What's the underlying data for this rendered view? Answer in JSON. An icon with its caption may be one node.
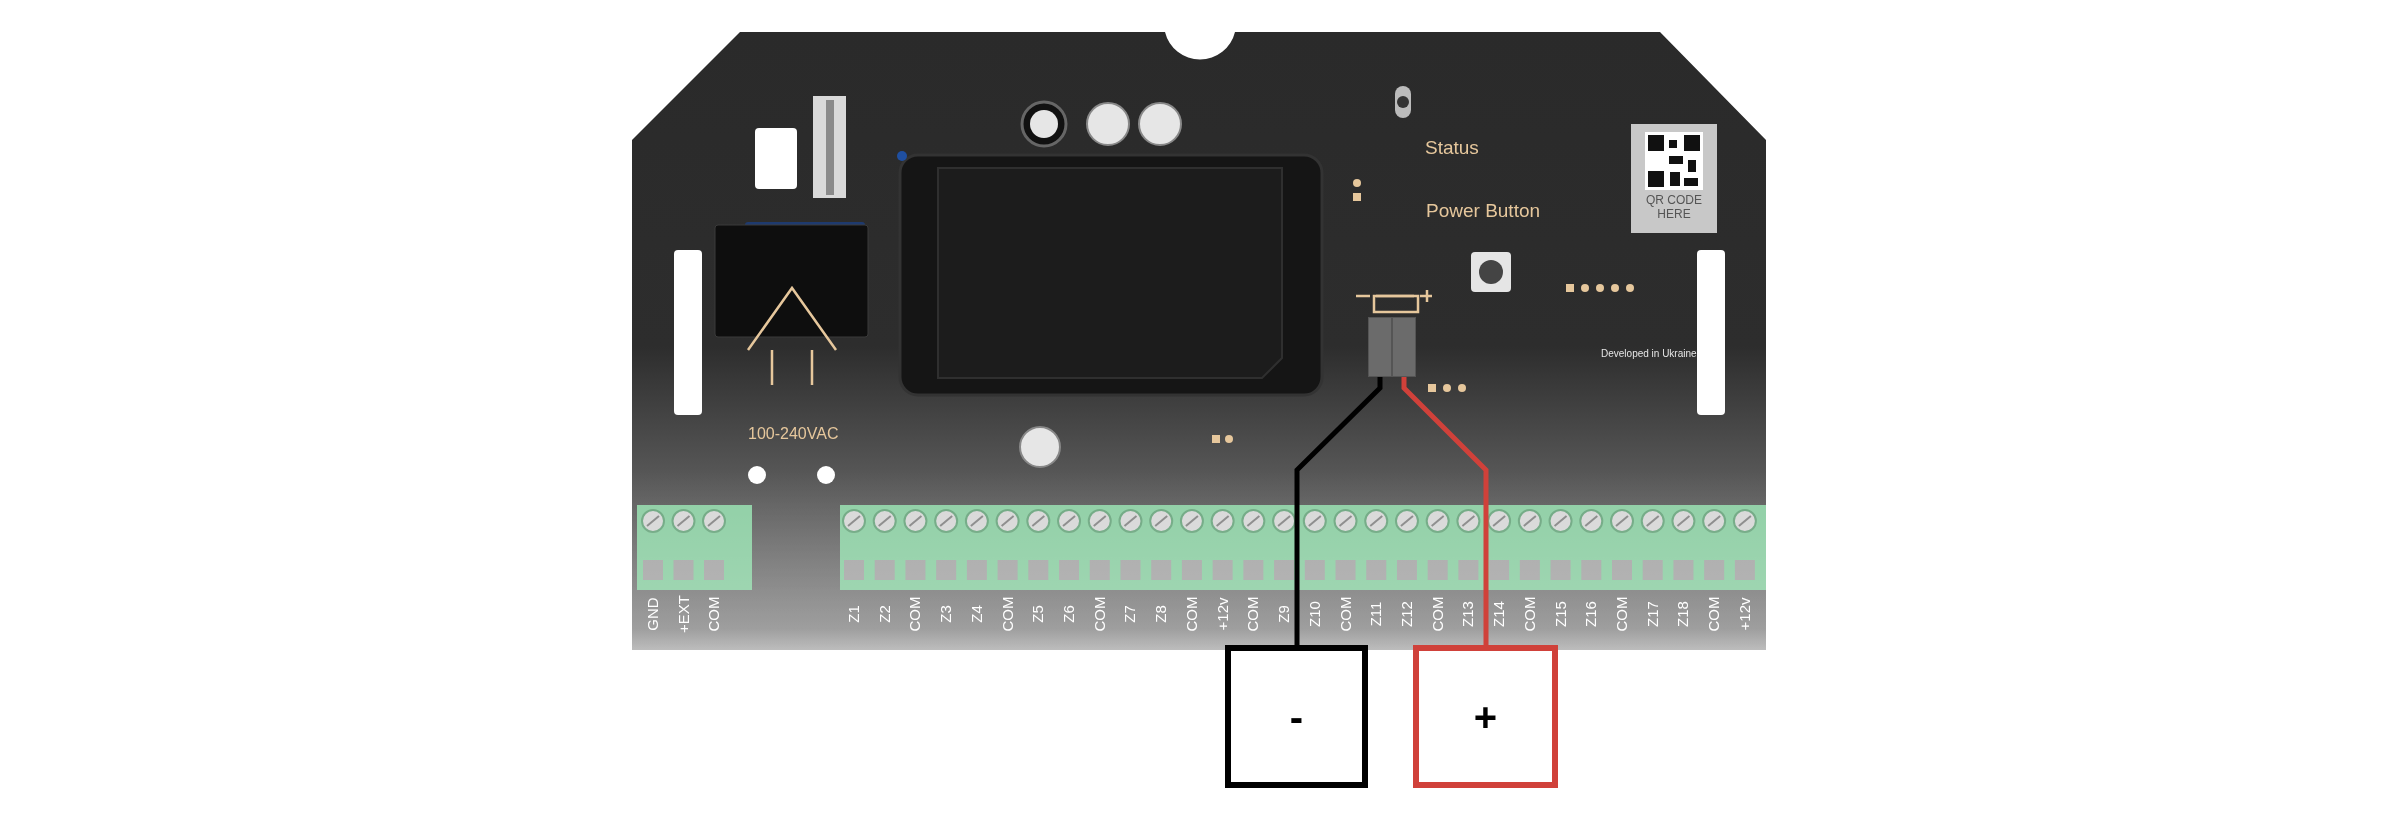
{
  "diagram": {
    "nodes": [
      {
        "text": [],
        "shape": "box"
      },
      {
        "text": [],
        "shape": "box"
      },
      {
        "text": [
          "-"
        ]
      },
      {
        "text": [
          "+"
        ]
      }
    ],
    "edges": [
      {
        "from": 0,
        "to": 2,
        "arrow": "none",
        "color": "#000000"
      },
      {
        "from": 1,
        "to": 3,
        "arrow": "none",
        "color": "#d0413a"
      }
    ],
    "labels": [
      "Status",
      "Power Button",
      "QR CODE HERE",
      "Developed in Ukraine",
      "100-240VAC",
      "GND",
      "+EXT",
      "COM",
      "Z1",
      "Z2",
      "COM",
      "Z3",
      "Z4",
      "COM",
      "Z5",
      "Z6",
      "COM",
      "Z7",
      "Z8",
      "COM",
      "+12v",
      "COM",
      "Z9",
      "Z10",
      "COM",
      "Z11",
      "Z12",
      "COM",
      "Z13",
      "Z14",
      "COM",
      "Z15",
      "Z16",
      "COM",
      "Z17",
      "Z18",
      "COM",
      "+12v"
    ]
  }
}
